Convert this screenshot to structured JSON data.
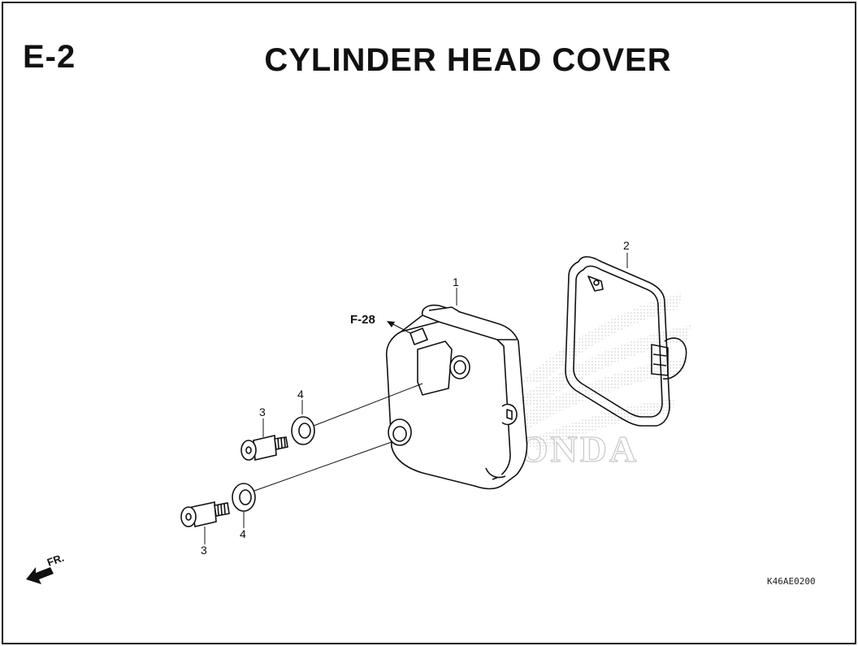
{
  "header": {
    "section_code": "E-2",
    "title": "CYLINDER HEAD COVER"
  },
  "callouts": {
    "cover": "1",
    "gasket": "2",
    "bolt_upper": "3",
    "bolt_lower": "3",
    "washer_upper": "4",
    "washer_lower": "4"
  },
  "reference": {
    "label": "F-28"
  },
  "direction": {
    "label": "FR."
  },
  "footer": {
    "drawing_code": "K46AE0200"
  },
  "watermark": {
    "brand": "HONDA"
  },
  "colors": {
    "line": "#111111",
    "watermark": "#c8c8c8"
  }
}
